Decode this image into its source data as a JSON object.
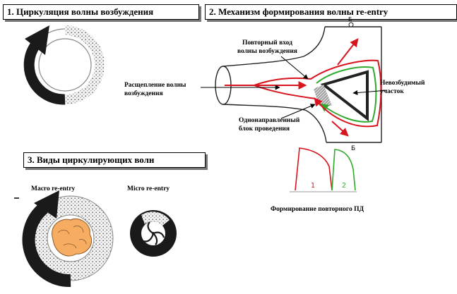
{
  "section1": {
    "title": "1. Циркуляция  волны возбуждения"
  },
  "section2": {
    "title": "2. Механизм формирования волны re-entry",
    "label_reentry_line1": "Повторный вход",
    "label_reentry_line2": "волны возбуждения",
    "label_split_line1": "Расщепление  волны",
    "label_split_line2": "возбуждения",
    "label_nonexcitable_line1": "Невозбудимый",
    "label_nonexcitable_line2": "участок",
    "label_block_line1": "Однонаправленный",
    "label_block_line2": "блок проведения",
    "label_b": "Б",
    "label_b_top": "Б",
    "wave_label_1": "1",
    "wave_label_2": "2",
    "caption": "Формирование повторного ПД"
  },
  "section3": {
    "title": "3. Виды циркулирующих  волн",
    "macro_label": "Macro re-entry",
    "micro_label": "Micro re-entry"
  },
  "colors": {
    "red": "#d8141e",
    "green": "#2faa2f",
    "orange": "#f6ad62",
    "dark": "#1a1a1a"
  }
}
